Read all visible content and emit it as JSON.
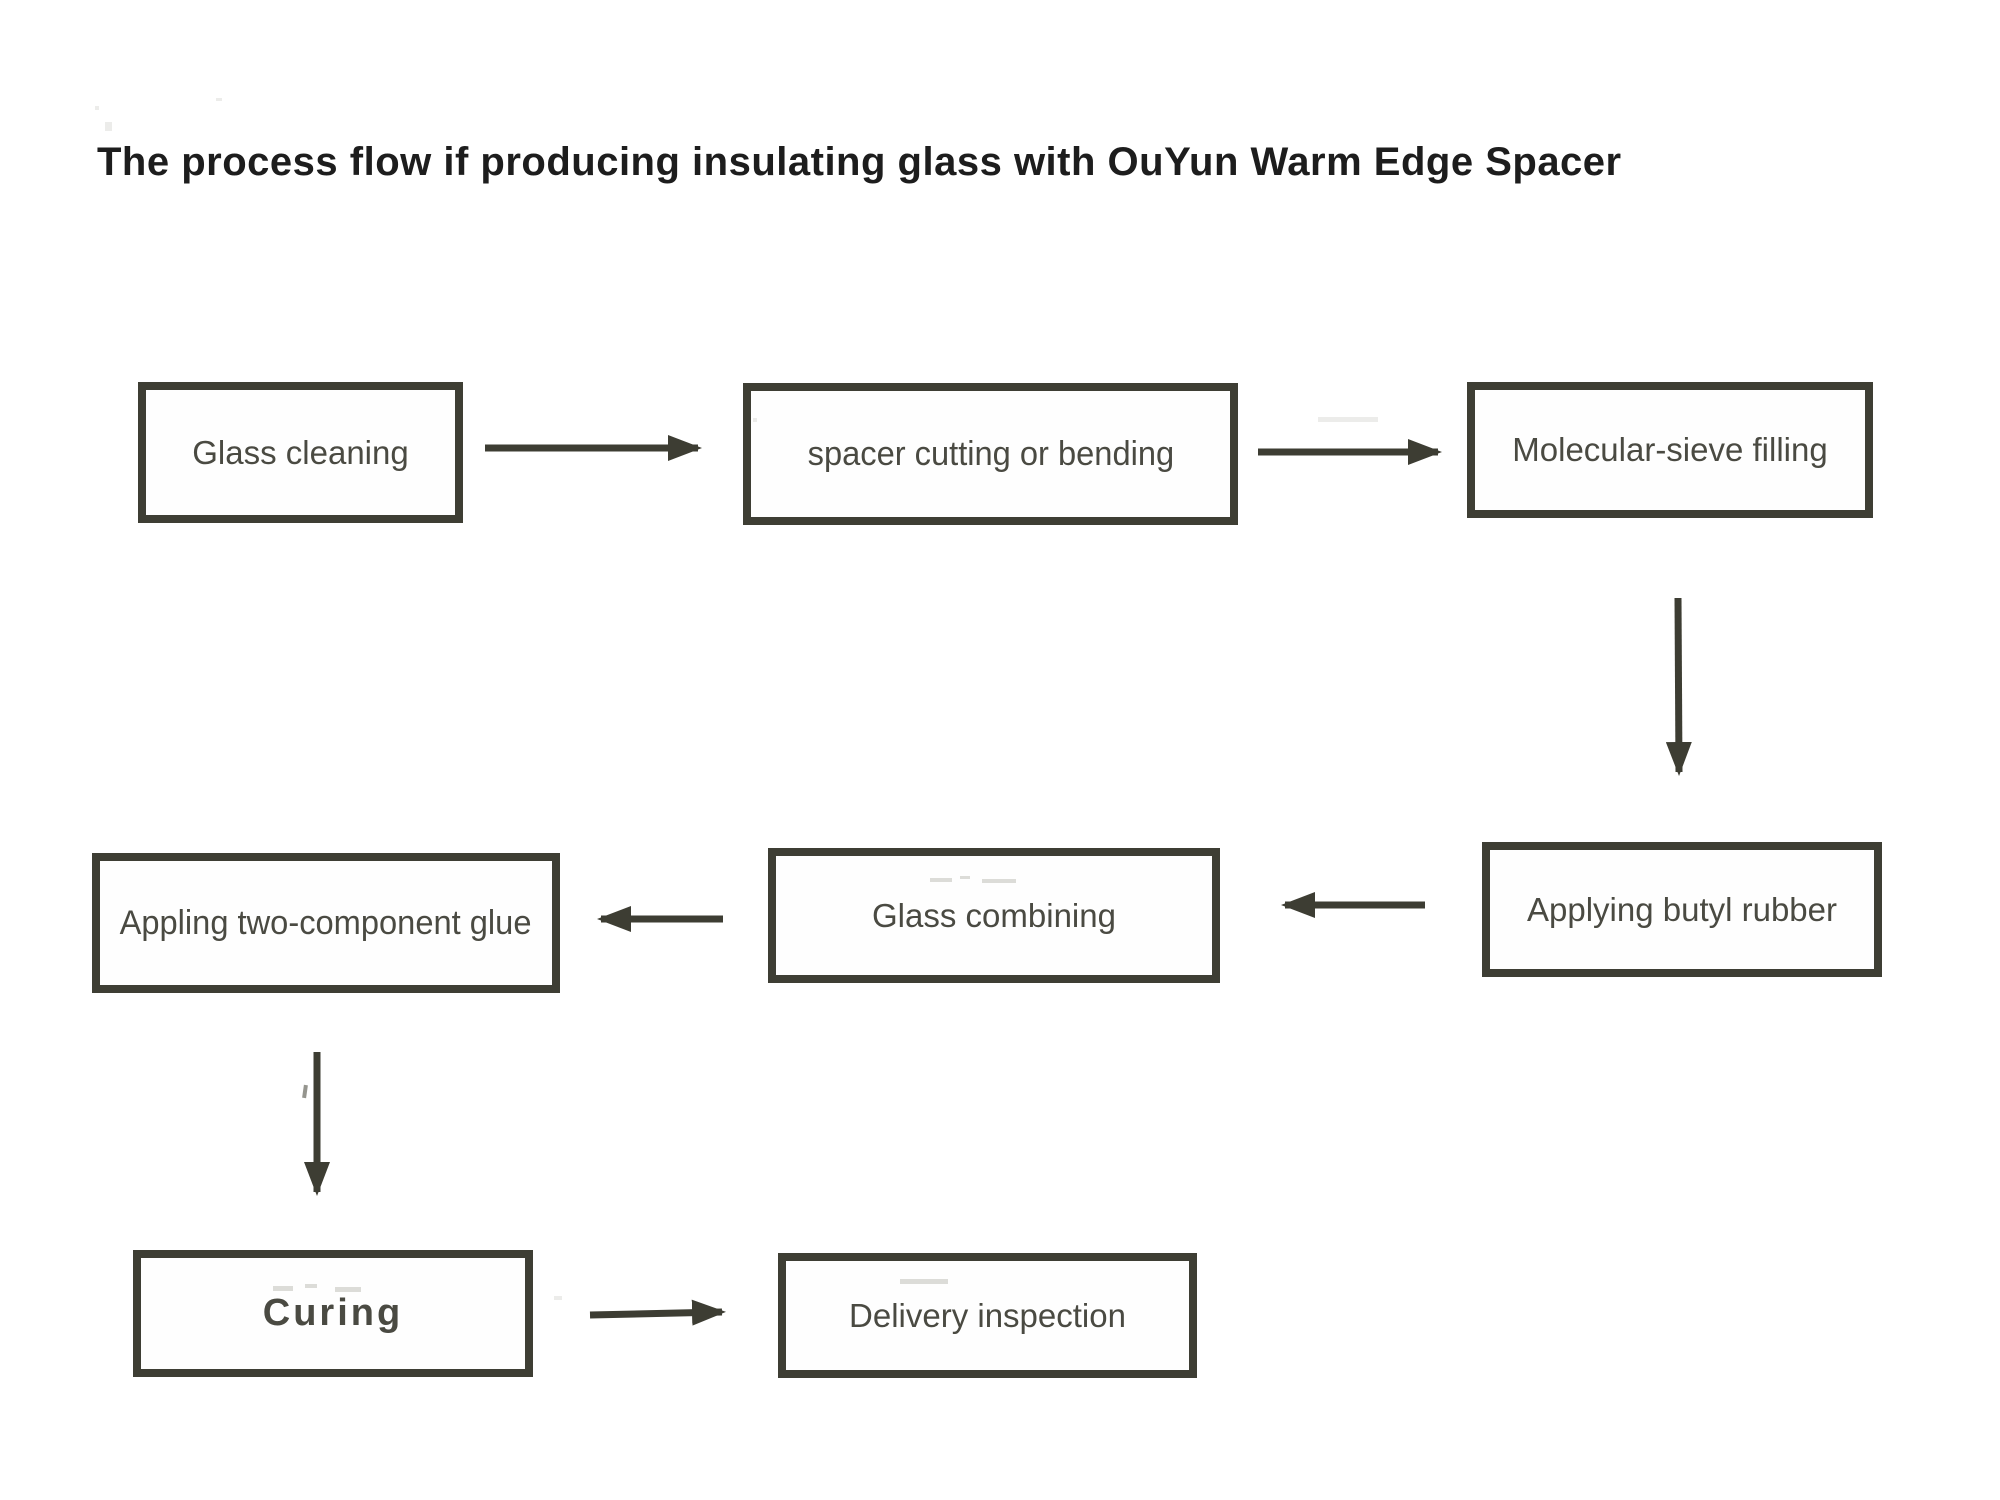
{
  "title": "The process flow if producing insulating glass with OuYun Warm Edge Spacer",
  "diagram": {
    "type": "flowchart",
    "nodes": [
      {
        "id": "glass-cleaning",
        "label": "Glass cleaning"
      },
      {
        "id": "spacer-cutting-or-bending",
        "label": "spacer cutting or bending"
      },
      {
        "id": "molecular-sieve-filling",
        "label": "Molecular-sieve filling"
      },
      {
        "id": "applying-butyl-rubber",
        "label": "Applying butyl rubber"
      },
      {
        "id": "glass-combining",
        "label": "Glass combining"
      },
      {
        "id": "appling-two-component-glue",
        "label": "Appling two-component glue"
      },
      {
        "id": "curing",
        "label": "Curing"
      },
      {
        "id": "delivery-inspection",
        "label": "Delivery inspection"
      }
    ],
    "edges": [
      {
        "from": "glass-cleaning",
        "to": "spacer-cutting-or-bending",
        "direction": "right"
      },
      {
        "from": "spacer-cutting-or-bending",
        "to": "molecular-sieve-filling",
        "direction": "right"
      },
      {
        "from": "molecular-sieve-filling",
        "to": "applying-butyl-rubber",
        "direction": "down"
      },
      {
        "from": "applying-butyl-rubber",
        "to": "glass-combining",
        "direction": "left"
      },
      {
        "from": "glass-combining",
        "to": "appling-two-component-glue",
        "direction": "left"
      },
      {
        "from": "appling-two-component-glue",
        "to": "curing",
        "direction": "down"
      },
      {
        "from": "curing",
        "to": "delivery-inspection",
        "direction": "right"
      }
    ],
    "colors": {
      "box_border": "#3e3e34",
      "box_text": "#4a4a42",
      "arrow": "#3d3d33",
      "title_text": "#1d1d1d",
      "background": "#ffffff"
    }
  }
}
